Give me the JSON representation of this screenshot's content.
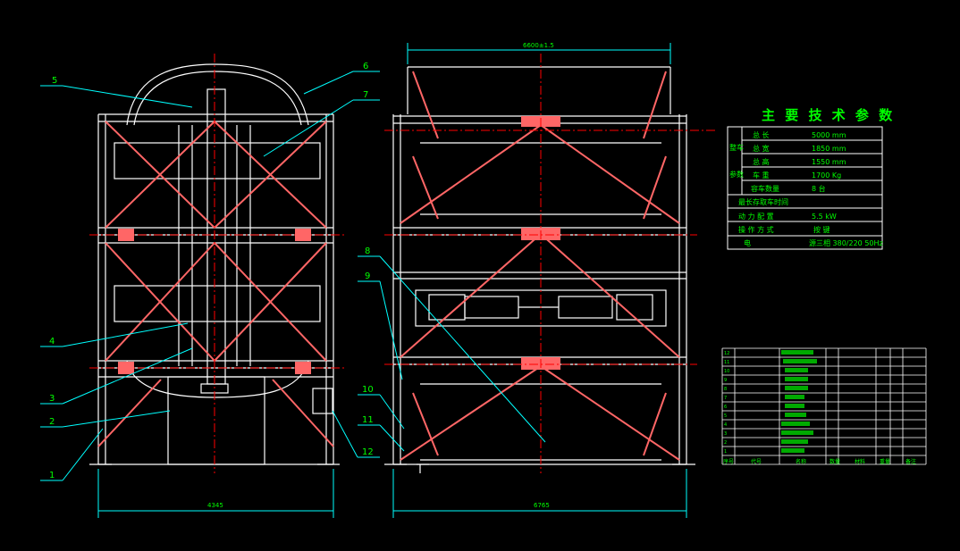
{
  "colors": {
    "background": "#000000",
    "frame": "#ffffff",
    "center_line": "#ff0000",
    "dimension": "#00ffff",
    "text": "#00ff00",
    "structure": "#ff8080"
  },
  "callouts": {
    "c1": "1",
    "c2": "2",
    "c3": "3",
    "c4": "4",
    "c5": "5",
    "c6": "6",
    "c7": "7",
    "c8": "8",
    "c9": "9",
    "c10": "10",
    "c11": "11",
    "c12": "12"
  },
  "dimensions": {
    "left_width": "4345",
    "right_width": "6765",
    "right_top": "6600±1.5"
  },
  "params": {
    "title": "主 要 技 术 参 数",
    "side_label_top": "整车",
    "side_label_bottom": "参数",
    "rows": [
      {
        "label": "总    长",
        "value": "5000 mm"
      },
      {
        "label": "总    宽",
        "value": "1850 mm"
      },
      {
        "label": "总    高",
        "value": "1550 mm"
      },
      {
        "label": "车    重",
        "value": "1700 Kg"
      },
      {
        "label": "容车数量",
        "value": "8 台"
      },
      {
        "label": "最长存取车时间",
        "value": ""
      },
      {
        "label": "动 力 配 置",
        "value": "5.5 kW"
      },
      {
        "label": "操 作 方 式",
        "value": "按      键"
      },
      {
        "label": "电",
        "value": "源三相 380/220 50Hz"
      }
    ]
  },
  "parts_table": {
    "row_numbers": [
      "12",
      "11",
      "10",
      "9",
      "8",
      "7",
      "6",
      "5",
      "4",
      "3",
      "2",
      "1"
    ],
    "footer": [
      "序号",
      "代号",
      "名称",
      "数量",
      "材料",
      "重量",
      "备注"
    ]
  }
}
